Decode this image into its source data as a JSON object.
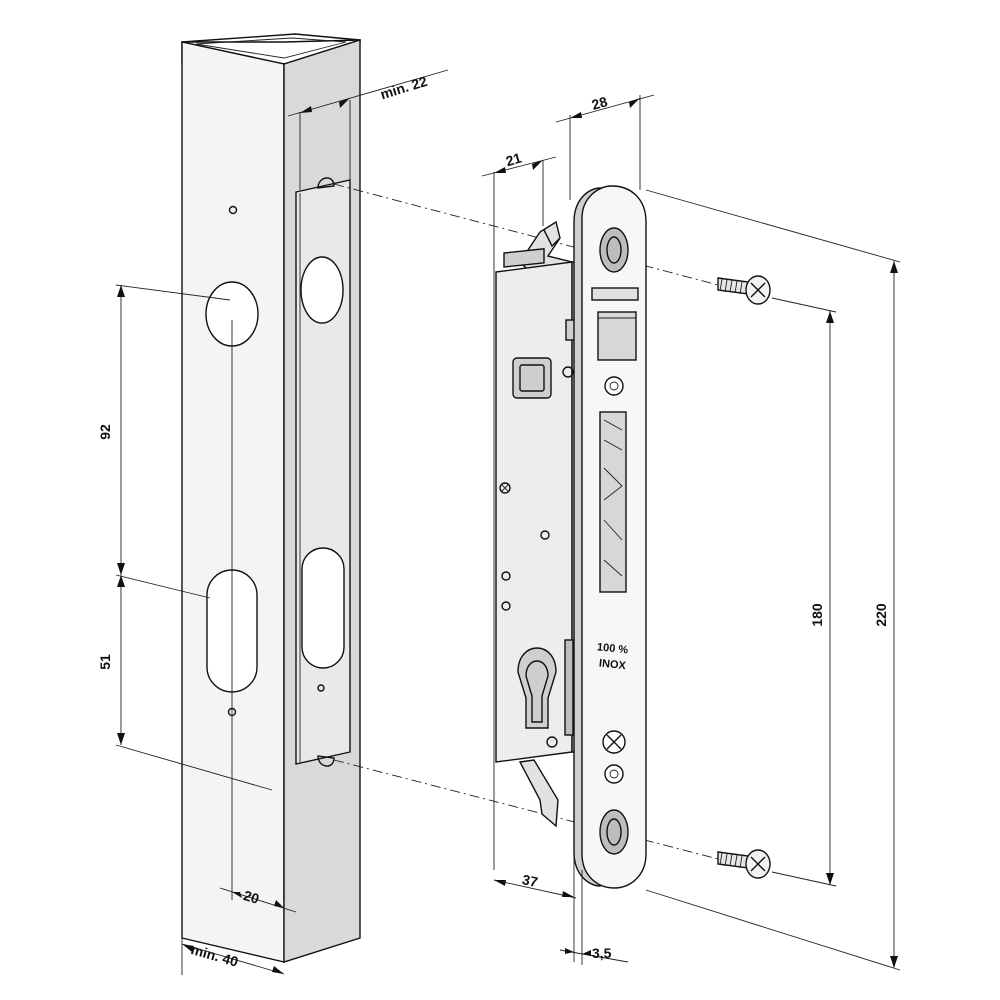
{
  "colors": {
    "line": "#111111",
    "tube_front": "#f4f4f4",
    "tube_side": "#d9d9d9",
    "lock_body": "#ededed",
    "faceplate": "#f7f7f7",
    "hole": "#bdbdbd"
  },
  "dimensions": {
    "min_22": "min. 22",
    "d28": "28",
    "d21": "21",
    "d92": "92",
    "d51": "51",
    "d180": "180",
    "d220": "220",
    "d20": "20",
    "min_40": "min. 40",
    "d37": "37",
    "d3_5": "3,5"
  },
  "faceplate_marking": {
    "line1": "100 %",
    "line2": "INOX"
  },
  "icons": [
    "cross-screw-icon",
    "phillips-head-icon"
  ]
}
